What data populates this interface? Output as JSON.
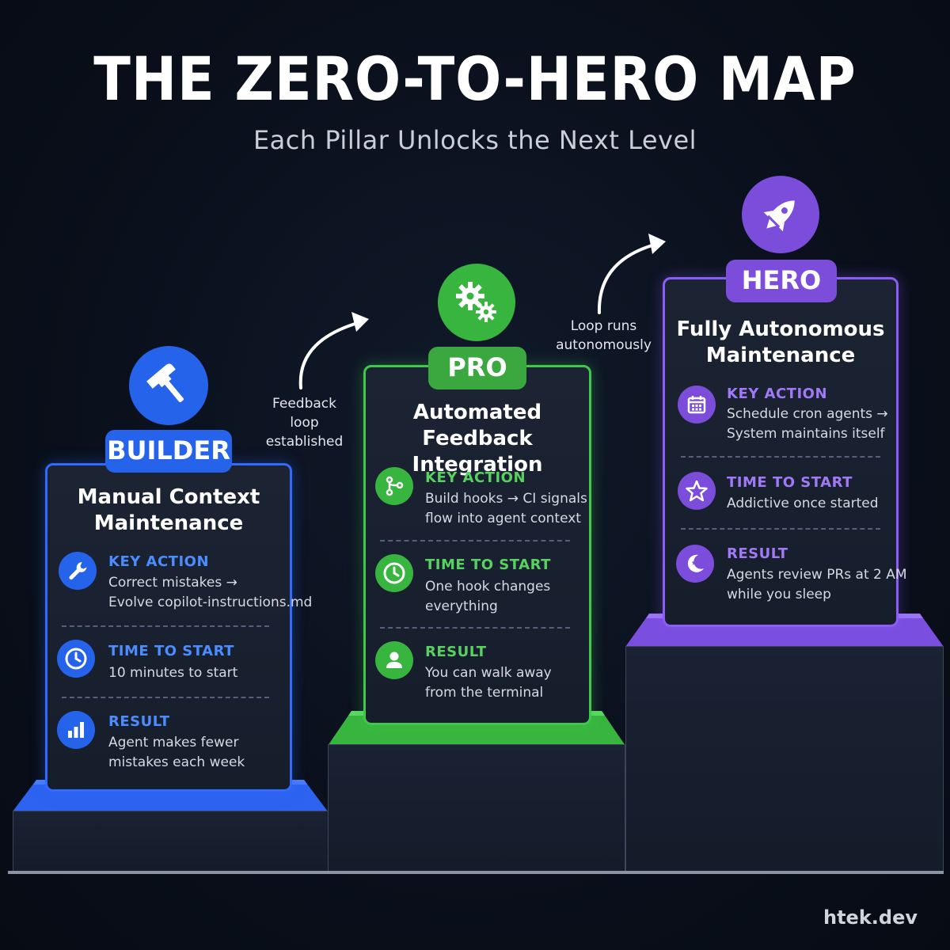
{
  "header": {
    "title": "THE ZERO-TO-HERO MAP",
    "subtitle": "Each Pillar Unlocks the Next Level"
  },
  "colors": {
    "builder": "#2f6bff",
    "pro": "#3fc94a",
    "hero": "#8b5cf6",
    "background": "#0a101c"
  },
  "arrows": {
    "builder_to_pro": "Feedback\nloop\nestablished",
    "pro_to_hero": "Loop runs\nautonomously"
  },
  "pillars": {
    "builder": {
      "badge": "BUILDER",
      "icon": "hammer-icon",
      "title": "Manual Context\nMaintenance",
      "rows": [
        {
          "icon": "wrench-icon",
          "label": "KEY ACTION",
          "text": "Correct mistakes →\nEvolve copilot-instructions.md"
        },
        {
          "icon": "clock-icon",
          "label": "TIME TO START",
          "text": "10 minutes to start"
        },
        {
          "icon": "bar-chart-icon",
          "label": "RESULT",
          "text": "Agent makes fewer\nmistakes each week"
        }
      ]
    },
    "pro": {
      "badge": "PRO",
      "icon": "gears-icon",
      "title": "Automated Feedback\nIntegration",
      "rows": [
        {
          "icon": "branch-icon",
          "label": "KEY ACTION",
          "text": "Build hooks → CI signals\nflow into agent context"
        },
        {
          "icon": "clock-icon",
          "label": "TIME TO START",
          "text": "One hook changes\neverything"
        },
        {
          "icon": "user-icon",
          "label": "RESULT",
          "text": "You can walk away\nfrom the terminal"
        }
      ]
    },
    "hero": {
      "badge": "HERO",
      "icon": "rocket-icon",
      "title": "Fully Autonomous\nMaintenance",
      "rows": [
        {
          "icon": "calendar-icon",
          "label": "KEY ACTION",
          "text": "Schedule cron agents →\nSystem maintains itself"
        },
        {
          "icon": "star-icon",
          "label": "TIME TO START",
          "text": "Addictive once started"
        },
        {
          "icon": "moon-icon",
          "label": "RESULT",
          "text": "Agents review PRs at 2 AM\nwhile you sleep"
        }
      ]
    }
  },
  "footer": {
    "watermark": "htek.dev"
  }
}
